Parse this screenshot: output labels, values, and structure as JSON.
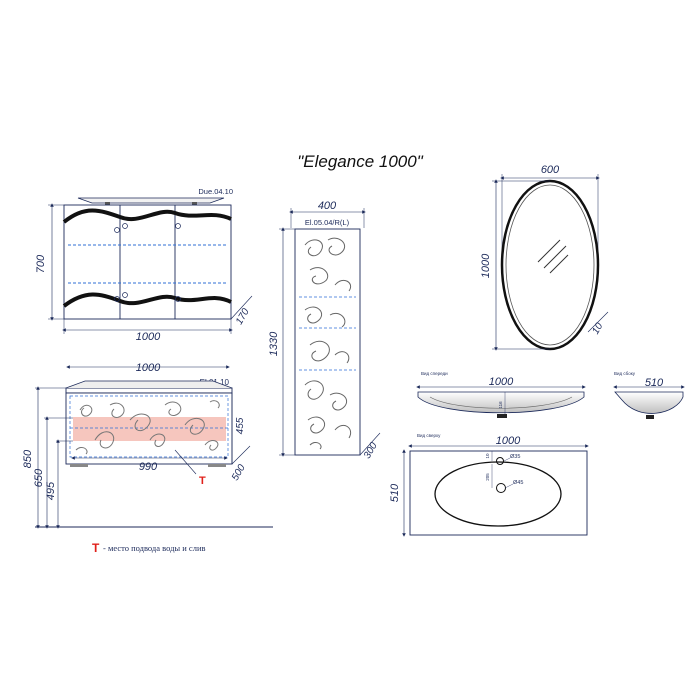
{
  "title": "\"Elegance 1000\"",
  "mirror_cabinet": {
    "code": "Due.04.10",
    "width": "1000",
    "height": "700",
    "depth": "170"
  },
  "column": {
    "code": "El.05.04/R(L)",
    "width": "400",
    "height": "1330",
    "depth": "300"
  },
  "mirror": {
    "width": "600",
    "height": "1000",
    "depth": "10"
  },
  "vanity": {
    "code": "El.01.10",
    "width": "1000",
    "inner_width": "990",
    "depth": "500",
    "drawer_height": "455",
    "height_850": "850",
    "height_650": "650",
    "height_495": "495",
    "marker": "T"
  },
  "basin_front": {
    "view_label": "Вид спереди",
    "width": "1000",
    "height": "116"
  },
  "basin_side": {
    "view_label": "Вид сбоку",
    "depth": "510"
  },
  "basin_top": {
    "view_label": "Вид сверху",
    "width": "1000",
    "depth": "510",
    "dim_10": "10",
    "dim_205": "205",
    "hole_35": "Ø35",
    "hole_45": "Ø45"
  },
  "legend": {
    "marker": "T",
    "text": "- место подвода воды и слив"
  },
  "colors": {
    "line": "#1c2a5a",
    "dash": "#2f6fd6",
    "marker": "#e0201a",
    "pink": "#f4b8ae",
    "shade": "#d9d9d9"
  }
}
